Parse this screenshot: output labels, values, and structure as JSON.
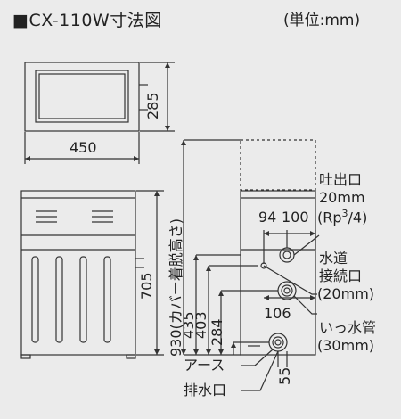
{
  "header": {
    "title": "■CX-110W寸法図",
    "unit": "(単位:mm)"
  },
  "top_view": {
    "width_label": "450",
    "depth_label": "285"
  },
  "front_view": {
    "height_label": "705"
  },
  "side_view": {
    "total_height_label": "930(カバー着脱高さ)",
    "dim_435": "435",
    "dim_403": "403",
    "dim_284": "284",
    "dim_94": "94",
    "dim_100": "100",
    "dim_106": "106",
    "dim_55": "55"
  },
  "callouts": {
    "outlet_line1": "吐出口",
    "outlet_line2": "20mm",
    "outlet_line3_pre": "(Rp",
    "outlet_line3_sup": "3",
    "outlet_line3_post": "/4)",
    "water_line1": "水道",
    "water_line2": "接続口",
    "water_line3": "(20mm)",
    "overflow_line1": "いっ水管",
    "overflow_line2": "(30mm)",
    "earth": "アース",
    "drain": "排水口"
  }
}
